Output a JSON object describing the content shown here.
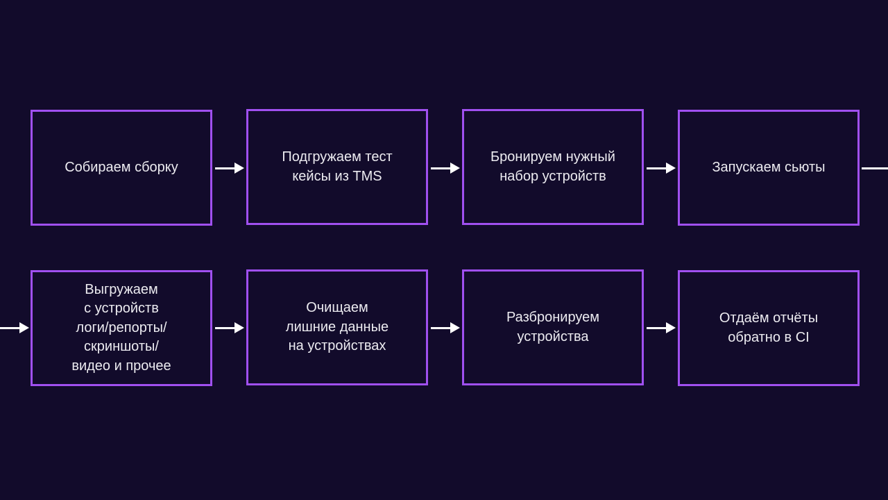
{
  "diagram": {
    "type": "flowchart",
    "colors": {
      "background": "#120b2b",
      "box_border": "#a050f0",
      "text": "#ecebf0",
      "arrow": "#ffffff"
    },
    "steps": [
      {
        "label": "Собираем сборку"
      },
      {
        "label": "Подгружаем тест\nкейсы из TMS"
      },
      {
        "label": "Бронируем нужный\nнабор устройств"
      },
      {
        "label": "Запускаем сьюты"
      },
      {
        "label": "Выгружаем\nс устройств\nлоги/репорты/\nскриншоты/\nвидео и прочее"
      },
      {
        "label": "Очищаем\nлишние данные\nна устройствах"
      },
      {
        "label": "Разбронируем\nустройства"
      },
      {
        "label": "Отдаём отчёты\nобратно в CI"
      }
    ],
    "connections": [
      {
        "from": 0,
        "to": 1
      },
      {
        "from": 1,
        "to": 2
      },
      {
        "from": 2,
        "to": 3
      },
      {
        "from": 3,
        "to": 4
      },
      {
        "from": 4,
        "to": 5
      },
      {
        "from": 5,
        "to": 6
      },
      {
        "from": 6,
        "to": 7
      }
    ]
  }
}
